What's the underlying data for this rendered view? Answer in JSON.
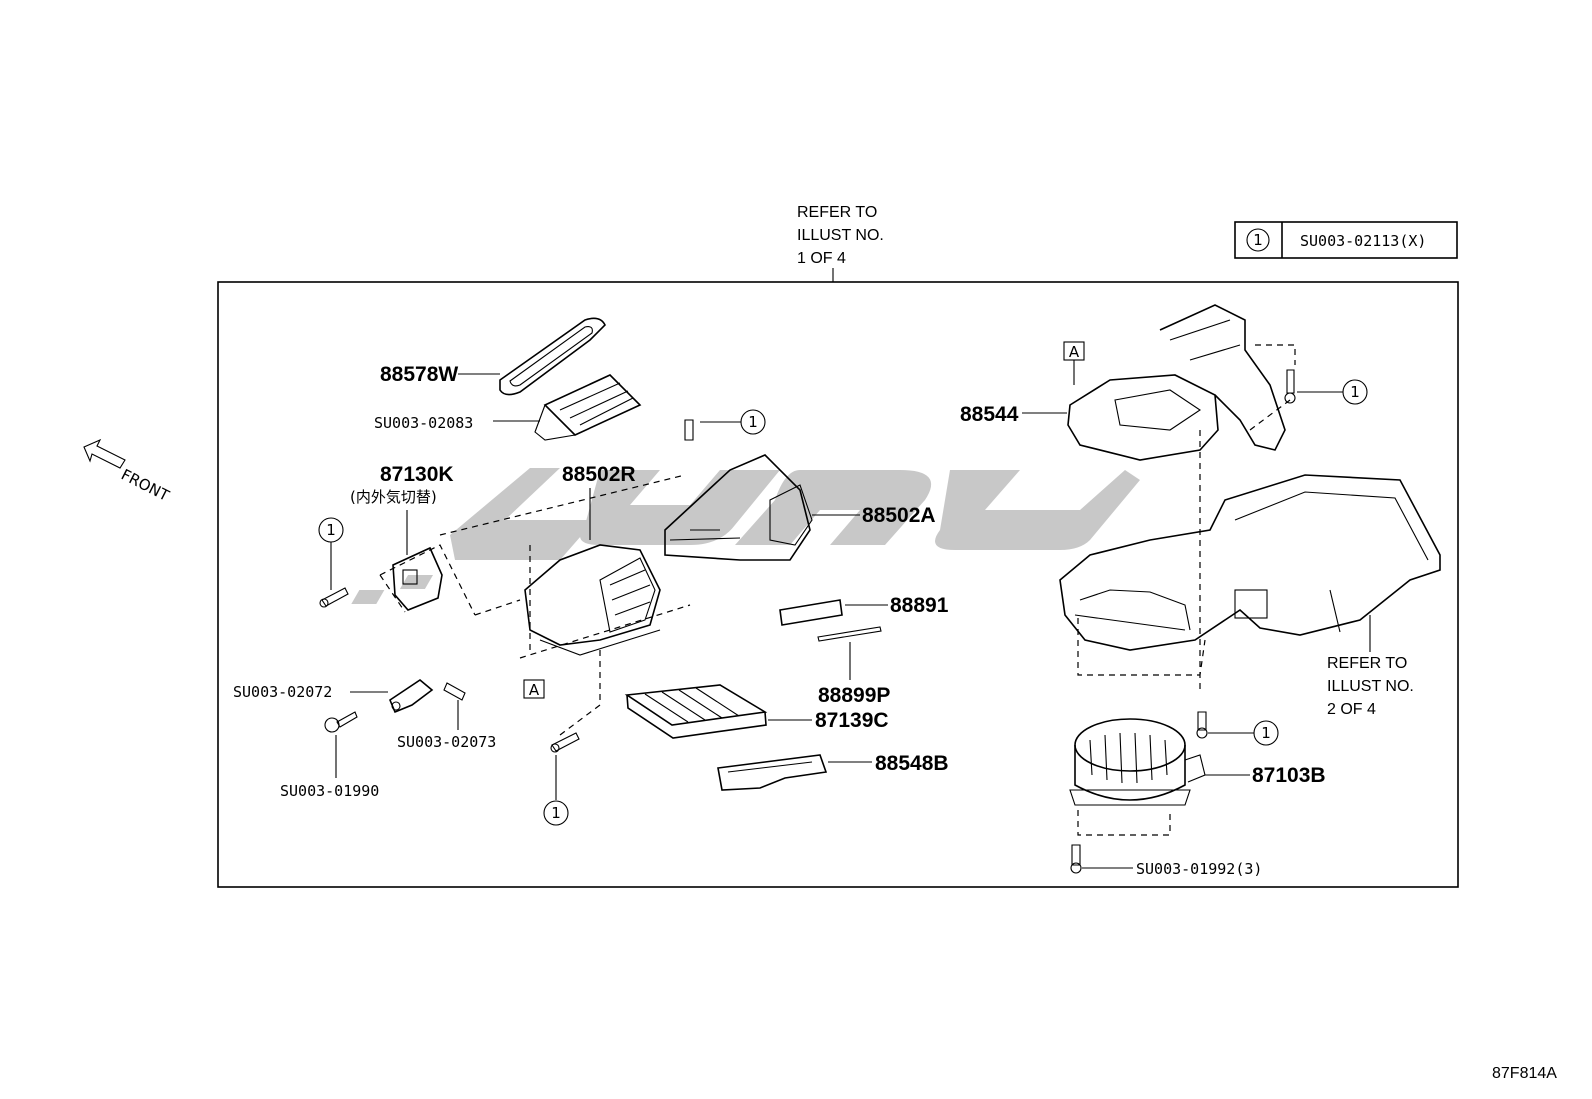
{
  "references": {
    "top": [
      "REFER TO",
      "ILLUST NO.",
      "1 OF 4"
    ],
    "right": [
      "REFER TO",
      "ILLUST NO.",
      "2 OF 4"
    ]
  },
  "legend": {
    "circle": "1",
    "code": "SU003-02113(X)"
  },
  "front_label": "FRONT",
  "figure_id": "87F814A",
  "callout_circle": "1",
  "box_letter": "A",
  "parts": {
    "p88578W": "88578W",
    "p02083": "SU003-02083",
    "p87130K": "87130K",
    "p87130K_note": "(内外気切替)",
    "p88502R": "88502R",
    "p88502A": "88502A",
    "p88891": "88891",
    "p88899P": "88899P",
    "p87139C": "87139C",
    "p88548B": "88548B",
    "p02072": "SU003-02072",
    "p02073": "SU003-02073",
    "p01990": "SU003-01990",
    "p88544": "88544",
    "p87103B": "87103B",
    "p01992": "SU003-01992(3)"
  },
  "watermark_colors": {
    "mark": "#c4c4c4"
  }
}
